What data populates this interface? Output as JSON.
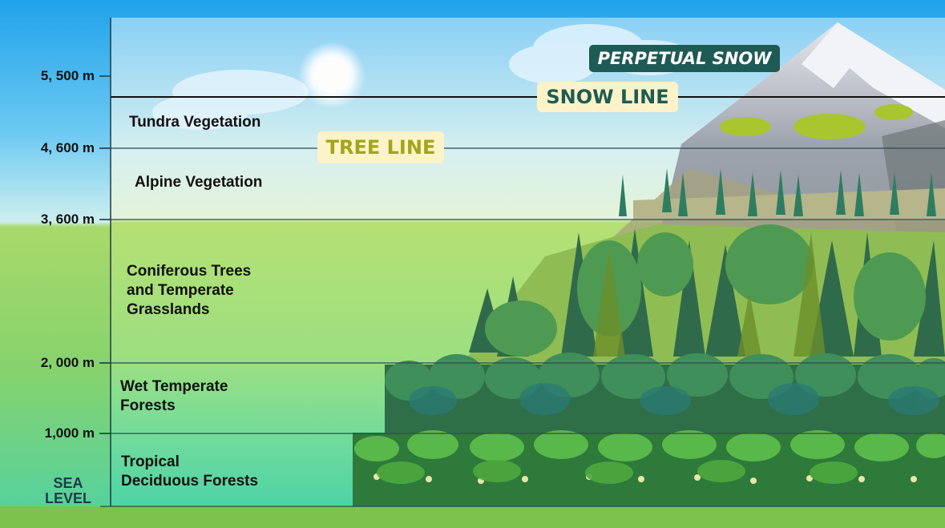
{
  "axis": {
    "ticks": [
      {
        "label": "5, 500 m"
      },
      {
        "label": "4, 600 m"
      },
      {
        "label": "3, 600 m"
      },
      {
        "label": "2, 000 m"
      },
      {
        "label": "1,000 m"
      }
    ],
    "base_line1": "SEA",
    "base_line2": "LEVEL"
  },
  "zones": {
    "tundra": "Tundra Vegetation",
    "alpine": "Alpine Vegetation",
    "coniferous": [
      "Coniferous Trees",
      "and Temperate",
      "Grasslands"
    ],
    "wet": [
      "Wet Temperate",
      "Forests"
    ],
    "tropical": [
      "Tropical",
      "Deciduous Forests"
    ]
  },
  "tags": {
    "perpetual_snow": "PERPETUAL SNOW",
    "snow_line": "SNOW LINE",
    "tree_line": "TREE LINE"
  },
  "colors": {
    "sky_top": "#2aa8ea",
    "tag_dark": "#1e5b54",
    "tag_light": "#fdf3c8",
    "tree_line_text": "#a1a61c",
    "ground": "#7dc24a"
  }
}
